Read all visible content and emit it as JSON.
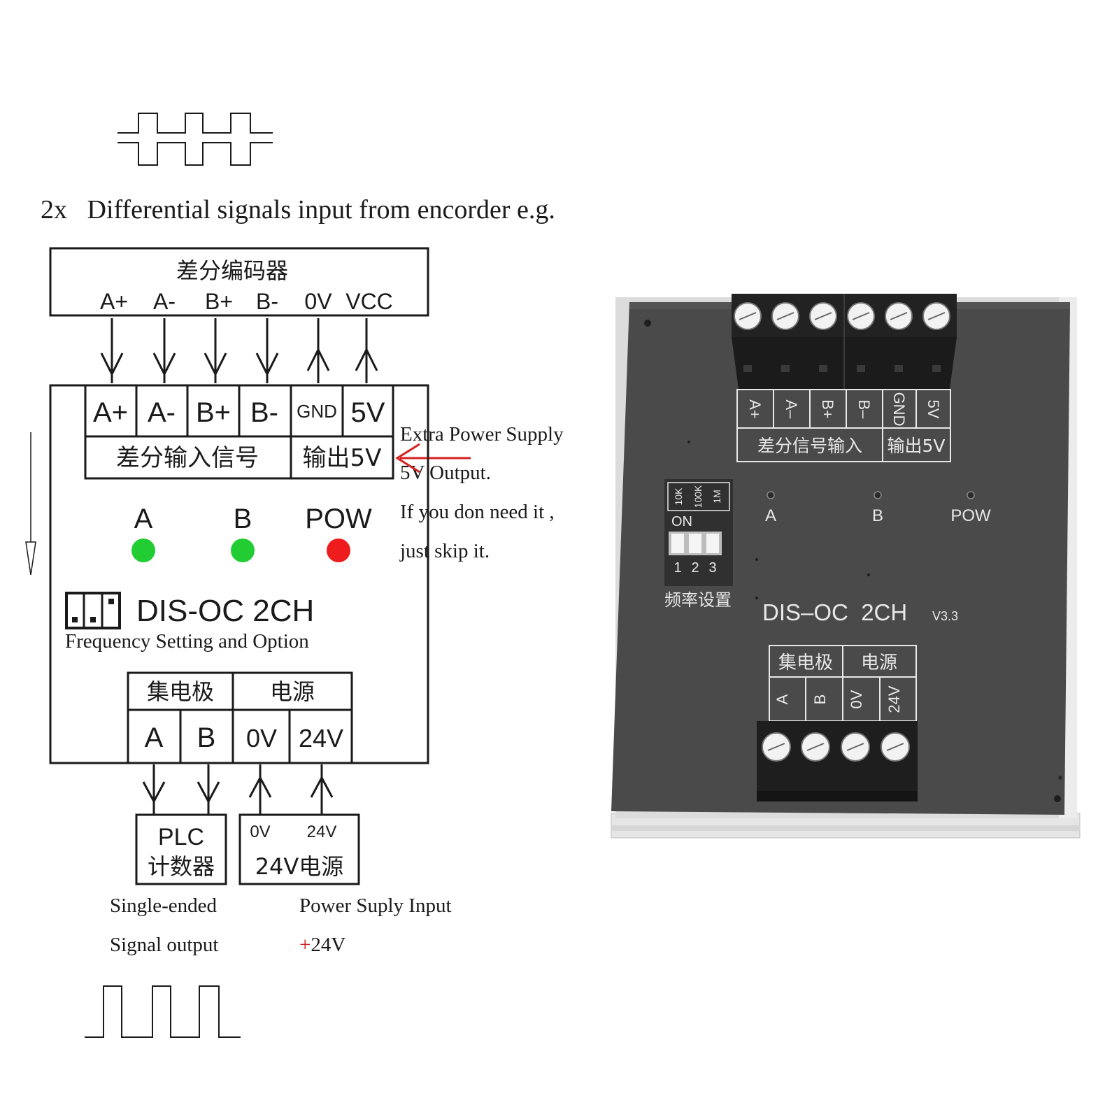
{
  "caption_top": "2x   Differential signals input from encorder e.g.",
  "encoder": {
    "title": "差分编码器",
    "pins": [
      "A+",
      "A-",
      "B+",
      "B-",
      "0V",
      "VCC"
    ]
  },
  "module": {
    "input_pins": [
      "A+",
      "A-",
      "B+",
      "B-",
      "GND",
      "5V"
    ],
    "input_group_label": "差分输入信号",
    "output5v_label": "输出5V",
    "leds": [
      {
        "label": "A",
        "color": "#22cc33"
      },
      {
        "label": "B",
        "color": "#22cc33"
      },
      {
        "label": "POW",
        "color": "#ee1c1c"
      }
    ],
    "model": "DIS-OC 2CH",
    "model_caption": "Frequency Setting and Option",
    "collector_label": "集电极",
    "power_label": "电源",
    "output_pins": [
      "A",
      "B",
      "0V",
      "24V"
    ]
  },
  "extra_power_note": [
    "Extra Power Supply",
    "5V Output.",
    "If you don need it ,",
    "just skip it."
  ],
  "plc_box": {
    "line1": "PLC",
    "line2": "计数器"
  },
  "psu_box": {
    "zero": "0V",
    "v24": "24V",
    "main": "24V电源"
  },
  "single_ended_note": [
    "Single-ended",
    "Signal output"
  ],
  "power_input_note": {
    "line1": "Power Suply Input",
    "plus": "+",
    "value": "24V"
  },
  "photo": {
    "terminal_labels": [
      "A+",
      "A–",
      "B+",
      "B–",
      "GND",
      "5V"
    ],
    "input_group_label": "差分信号输入",
    "output5v_label": "输出5V",
    "dip_header": [
      "10K",
      "100K",
      "1M"
    ],
    "dip_on": "ON",
    "dip_numbers": [
      "1",
      "2",
      "3"
    ],
    "dip_caption": "频率设置",
    "leds": [
      "A",
      "B",
      "POW"
    ],
    "model": "DIS–OC  2CH",
    "version": "V3.3",
    "collector_label": "集电极",
    "power_label": "电源",
    "output_labels": [
      "A",
      "B",
      "0V",
      "24V"
    ]
  },
  "colors": {
    "arrow_red": "#d42020",
    "board": "#4a4a4a",
    "led_green": "#22cc33",
    "led_red": "#ee1c1c"
  }
}
